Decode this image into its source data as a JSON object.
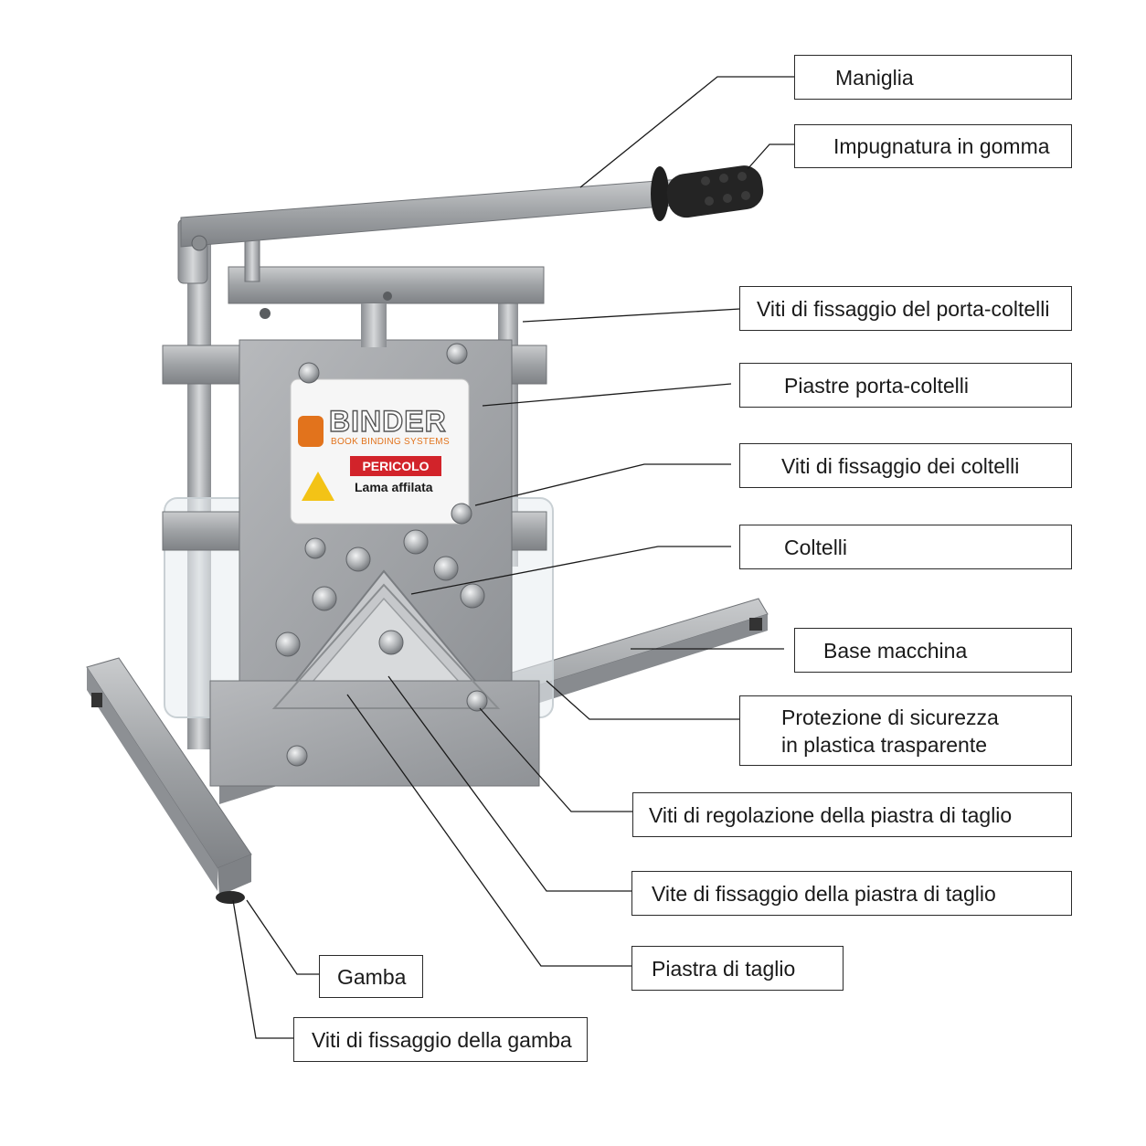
{
  "labels": {
    "maniglia": "Maniglia",
    "impugnatura": "Impugnatura in gomma",
    "viti_porta_coltelli": "Viti di fissaggio del porta-coltelli",
    "piastre_porta_coltelli": "Piastre porta-coltelli",
    "viti_coltelli": "Viti di fissaggio dei coltelli",
    "coltelli": "Coltelli",
    "base_macchina": "Base macchina",
    "protezione": "Protezione di sicurezza\nin plastica trasparente",
    "viti_regolazione": "Viti di regolazione della piastra di taglio",
    "vite_fissaggio_piastra": "Vite di fissaggio della piastra di taglio",
    "piastra_taglio": "Piastra di taglio",
    "gamba": "Gamba",
    "viti_gamba": "Viti di fissaggio della gamba"
  },
  "machine": {
    "brand": "BINDER",
    "brand_sub": "BOOK BINDING SYSTEMS",
    "warning_title": "PERICOLO",
    "warning_text": "Lama affilata"
  },
  "colors": {
    "steel": "#a9acaf",
    "steel_dark": "#7d8084",
    "brand_orange": "#e2731c",
    "warning_red": "#d2232a"
  }
}
